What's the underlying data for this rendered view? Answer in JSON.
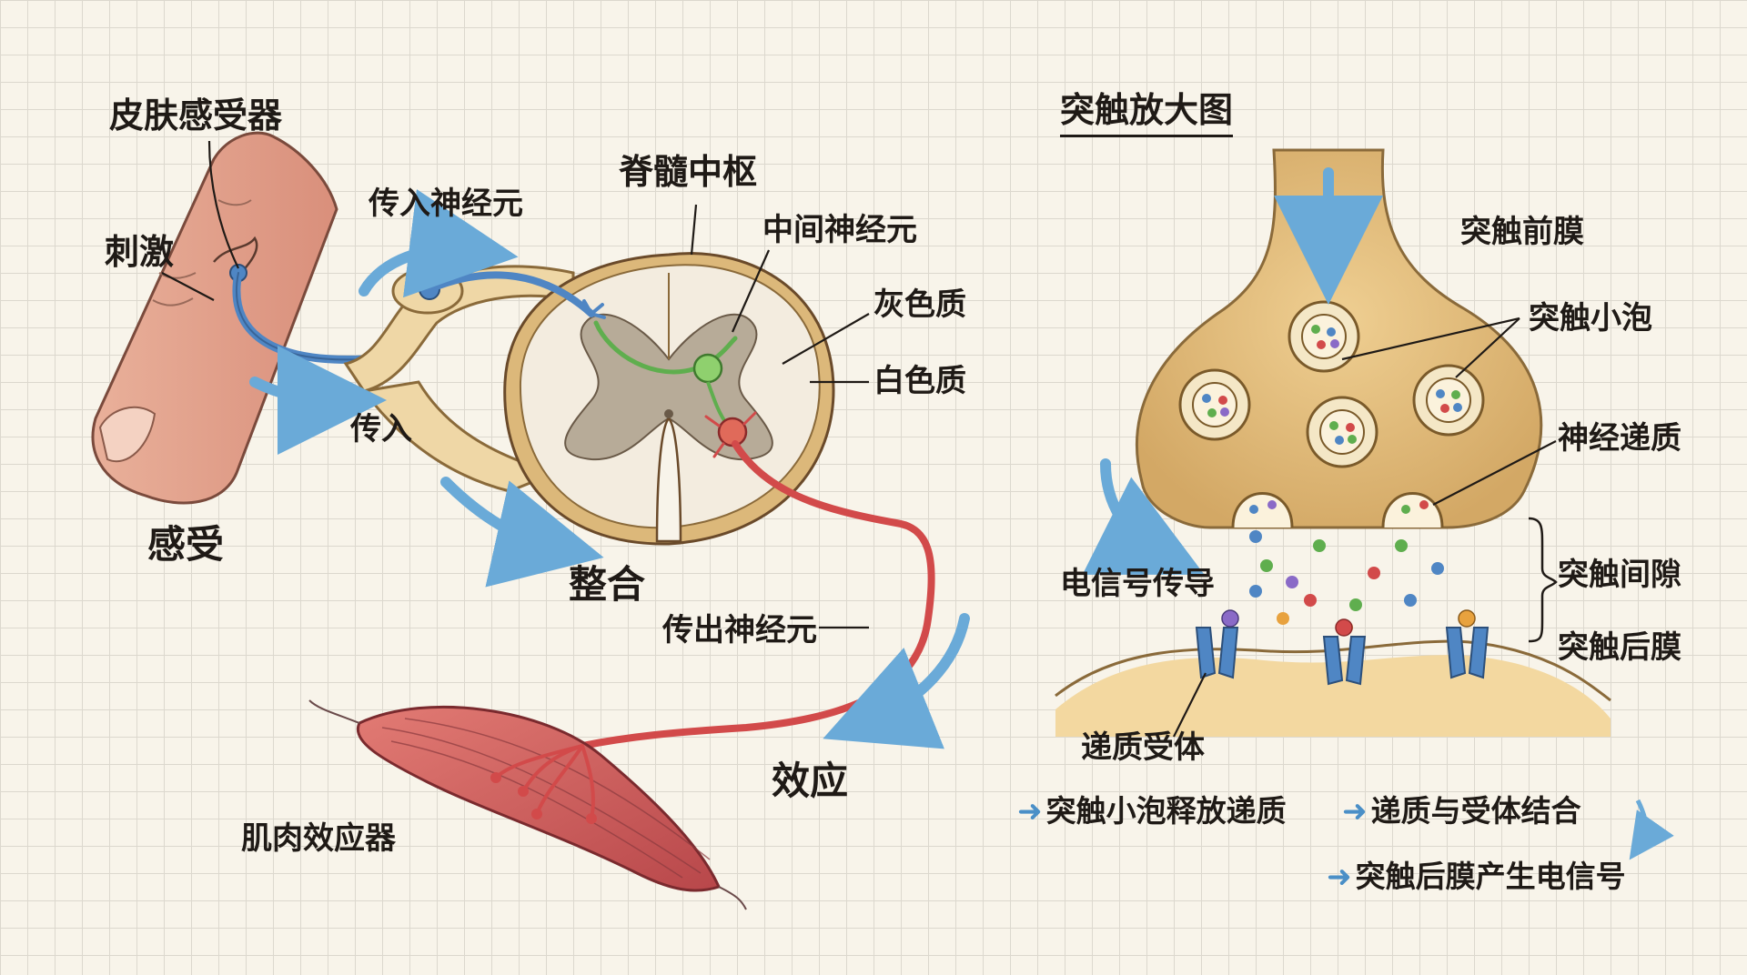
{
  "reflex_arc": {
    "receptor": "皮肤感受器",
    "stimulus": "刺激",
    "sensing": "感受",
    "afferent_neuron": "传入神经元",
    "afferent": "传入",
    "center": "脊髓中枢",
    "interneuron": "中间神经元",
    "gray_matter": "灰色质",
    "white_matter": "白色质",
    "integration": "整合",
    "efferent_neuron": "传出神经元",
    "effect": "效应",
    "effector": "肌肉效应器"
  },
  "synapse": {
    "title": "突触放大图",
    "presynaptic": "突触前膜",
    "vesicle": "突触小泡",
    "transmitter": "神经递质",
    "conduction": "电信号传导",
    "cleft": "突触间隙",
    "postsynaptic": "突触后膜",
    "receptor": "递质受体",
    "steps": [
      "突触小泡释放递质",
      "递质与受体结合",
      "突触后膜产生电信号"
    ]
  },
  "colors": {
    "afferent": "#4f86c4",
    "interneuron": "#5fae4e",
    "efferent": "#d24a4a",
    "arrow": "#6aaad8",
    "membrane": "#d8b476"
  }
}
